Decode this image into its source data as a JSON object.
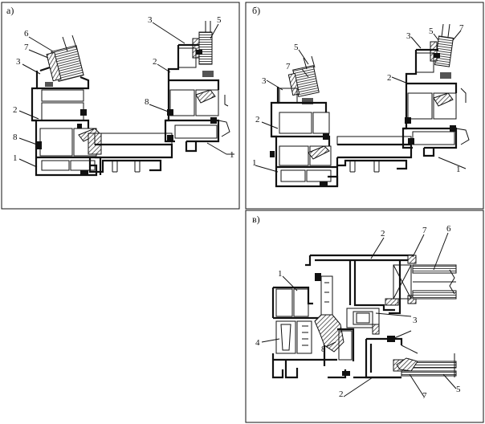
{
  "panels": [
    {
      "label": "а)",
      "callouts": [
        "6",
        "7",
        "3",
        "2",
        "8",
        "1",
        "3",
        "5",
        "2",
        "8",
        "1"
      ]
    },
    {
      "label": "б)",
      "callouts": [
        "5",
        "7",
        "3",
        "2",
        "1",
        "3",
        "5",
        "7",
        "2",
        "1"
      ]
    },
    {
      "label": "в)",
      "callouts": [
        "2",
        "7",
        "6",
        "1",
        "3",
        "4",
        "8",
        "2",
        "7",
        "5"
      ]
    }
  ]
}
